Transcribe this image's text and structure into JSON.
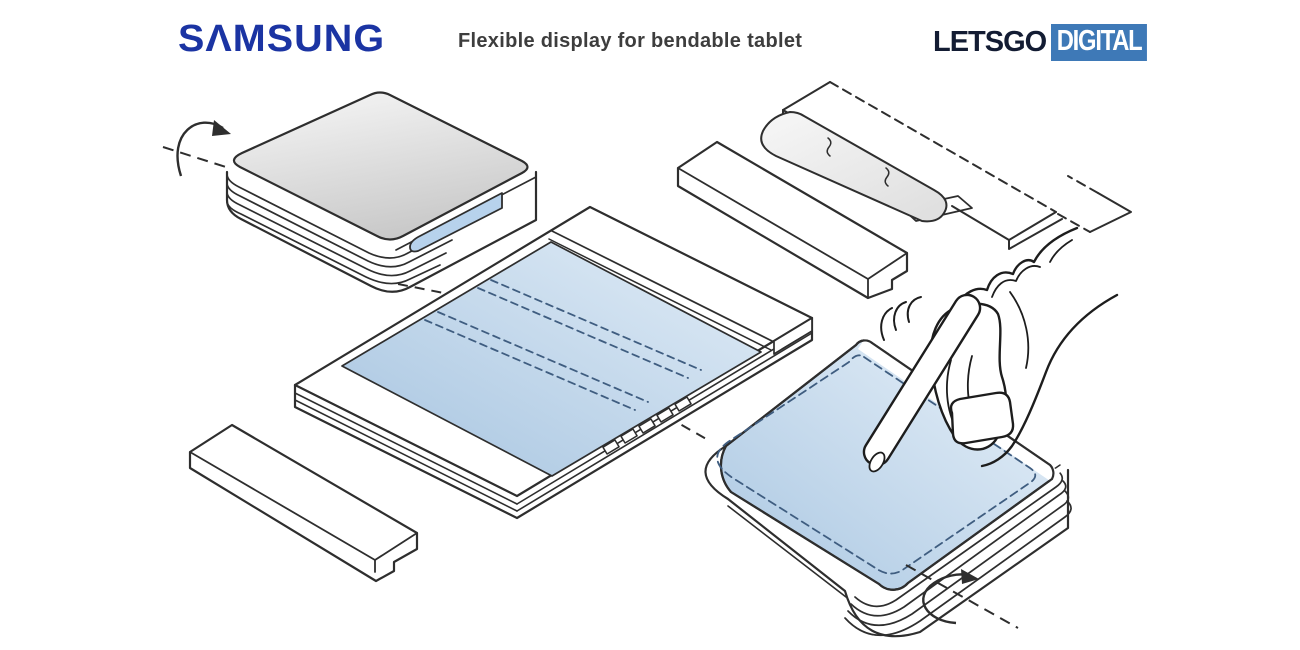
{
  "header": {
    "samsung_logo": "SΛMSUNG",
    "title": "Flexible display for bendable tablet",
    "letsgo": {
      "text": "LETSGO",
      "badge": "DIGITAL"
    }
  },
  "colors": {
    "samsung_blue": "#1b34a3",
    "title_text": "#3d3d3d",
    "letsgo_text": "#131c33",
    "letsgo_badge_bg": "#3e79b7",
    "letsgo_badge_text": "#ffffff",
    "line_art": "#2e2e2e",
    "fold_dash_blue": "#3f5d80",
    "display_blue_dark": "#a6c4e0",
    "display_blue_light": "#e2edf7",
    "slot_blue": "#b7d2ec",
    "device_gray_dark": "#c7c7c7",
    "device_gray_light": "#f4f4f4",
    "background": "#ffffff"
  },
  "figure": {
    "subject": "flexible-display-bendable-tablet-patent-figure",
    "parts": [
      "folded-tablet-closed",
      "rotation-axis-left",
      "open-flexible-tablet",
      "edge-bar-top",
      "edge-bar-bottom",
      "rolled-display-section",
      "folded-tablet-being-touched",
      "pointing-hand",
      "rotation-axis-right"
    ]
  }
}
